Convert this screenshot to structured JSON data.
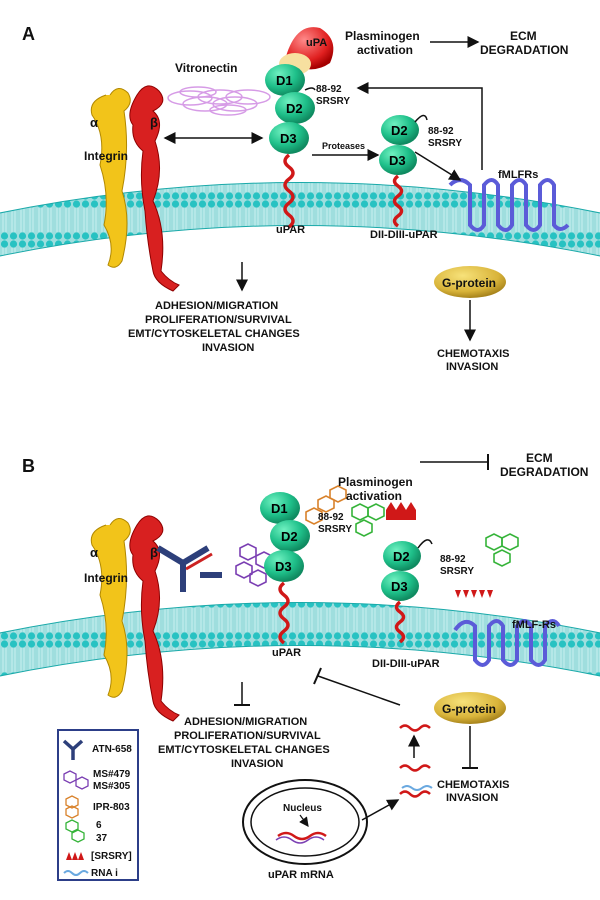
{
  "panel_a": {
    "letter": "A",
    "upa": "uPA",
    "vitronectin": "Vitronectin",
    "plasminogen": [
      "Plasminogen",
      "activation"
    ],
    "ecm": [
      "ECM",
      "DEGRADATION"
    ],
    "alpha": "α",
    "beta": "β",
    "integrin": "Integrin",
    "d1": "D1",
    "d2": "D2",
    "d3": "D3",
    "seq": [
      "88-92",
      "SRSRY"
    ],
    "seq2": [
      "88-92",
      "SRSRY"
    ],
    "proteases": "Proteases",
    "cleaved_d2": "D2",
    "cleaved_d3": "D3",
    "fmlfrs": "fMLFRs",
    "upar": "uPAR",
    "dii_diii": "DII-DIII-uPAR",
    "gprotein": "G-protein",
    "outcomes": [
      "ADHESION/MIGRATION",
      "PROLIFERATION/SURVIVAL",
      "EMT/CYTOSKELETAL CHANGES",
      "INVASION"
    ],
    "chemo": [
      "CHEMOTAXIS",
      "INVASION"
    ]
  },
  "panel_b": {
    "letter": "B",
    "plasminogen": [
      "Plasminogen",
      "activation"
    ],
    "ecm": [
      "ECM",
      "DEGRADATION"
    ],
    "alpha": "α",
    "beta": "β",
    "integrin": "Integrin",
    "d1": "D1",
    "d2": "D2",
    "d3": "D3",
    "seq": [
      "88-92",
      "SRSRY"
    ],
    "seq2": [
      "88-92",
      "SRSRY"
    ],
    "cleaved_d2": "D2",
    "cleaved_d3": "D3",
    "fmlfrs": "fMLF-Rs",
    "upar": "uPAR",
    "dii_diii": "DII-DIII-uPAR",
    "gprotein": "G-protein",
    "outcomes": [
      "ADHESION/MIGRATION",
      "PROLIFERATION/SURVIVAL",
      "EMT/CYTOSKELETAL CHANGES",
      "INVASION"
    ],
    "chemo": [
      "CHEMOTAXIS",
      "INVASION"
    ],
    "nucleus": "Nucleus",
    "mrna": "uPAR mRNA",
    "legend": [
      {
        "icon": "antibody-icon",
        "label": "ATN-658"
      },
      {
        "icon": "ring-compound-purple-icon",
        "label": "MS#479"
      },
      {
        "icon": "ring-compound-purple-icon",
        "label": "MS#305"
      },
      {
        "icon": "ring-compound-orange-icon",
        "label": "IPR-803"
      },
      {
        "icon": "ring-compound-green-icon",
        "label": "6"
      },
      {
        "icon": "ring-compound-green-icon",
        "label": "37"
      },
      {
        "icon": "peptide-icon",
        "label": "[SRSRY]"
      },
      {
        "icon": "rnai-icon",
        "label": "RNA i"
      }
    ]
  }
}
